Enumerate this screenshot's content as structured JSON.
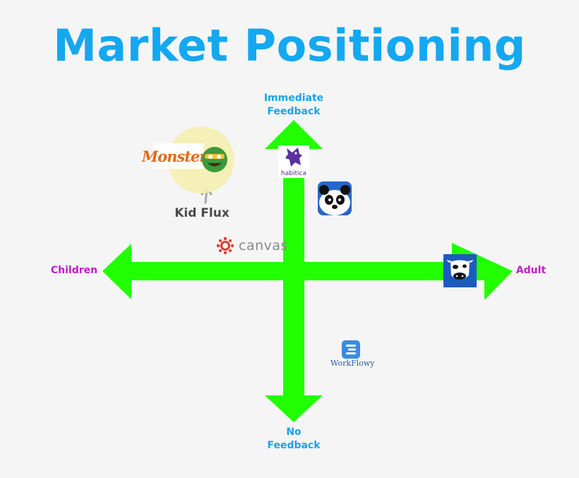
{
  "title": "Market Positioning",
  "axes": {
    "top": [
      "Immediate",
      "Feedback"
    ],
    "bottom": [
      "No",
      "Feedback"
    ],
    "left": "Children",
    "right": "Adult"
  },
  "colors": {
    "title": "#14a8f1",
    "arrow": "#22ff00",
    "vertical_labels": "#1aa3e8",
    "horizontal_labels": "#c01ec8"
  },
  "products": {
    "kid_flux": {
      "label": "Kid Flux",
      "logo_text": "Monsters",
      "icon": "monster-logo"
    },
    "habitica": {
      "logo_text": "habitica",
      "icon": "habitica-logo"
    },
    "panda": {
      "icon": "panda-app-icon"
    },
    "canvas": {
      "logo_text": "canvas",
      "icon": "canvas-logo"
    },
    "rtm": {
      "icon": "cow-app-icon"
    },
    "workflowy": {
      "logo_text": "WorkFlowy",
      "icon": "workflowy-logo"
    }
  }
}
